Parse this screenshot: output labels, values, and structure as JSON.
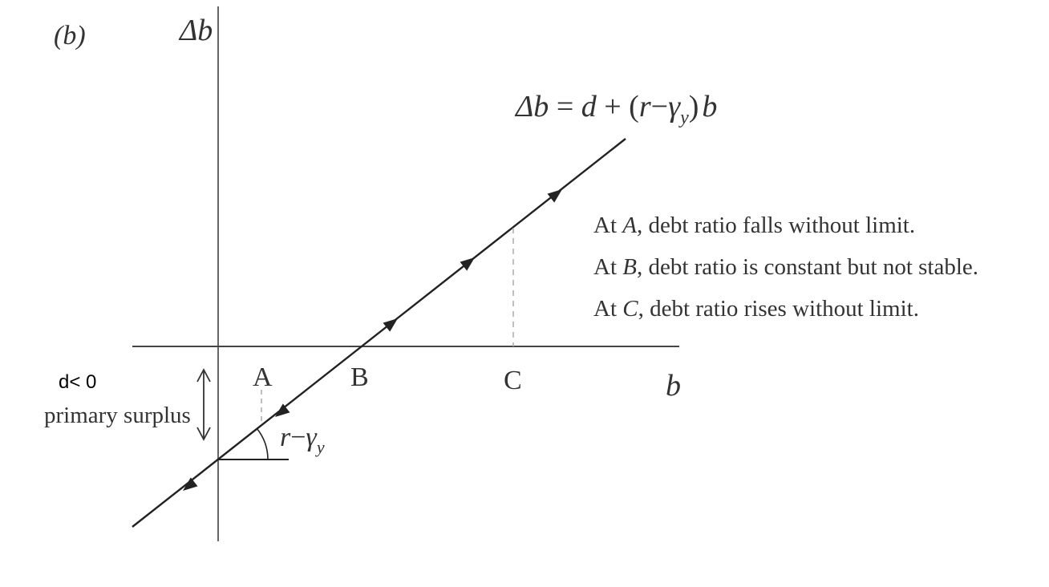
{
  "panel_label": "(b)",
  "y_axis_label": "Δb",
  "x_axis_label": "b",
  "equation": {
    "lhs": "Δb",
    "eq": " = ",
    "d": "d",
    "plus": " + (",
    "r": "r",
    "minus": "−",
    "gamma": "γ",
    "sub": "y",
    "close": ")",
    "b": "b"
  },
  "points": {
    "a": "A",
    "b": "B",
    "c": "C"
  },
  "notes": [
    {
      "prefix": "At ",
      "point": "A",
      "text": ", debt ratio falls without limit."
    },
    {
      "prefix": "At ",
      "point": "B",
      "text": ", debt ratio is constant but not stable."
    },
    {
      "prefix": "At ",
      "point": "C",
      "text": ", debt ratio rises without limit."
    }
  ],
  "intercept_label": "d< 0",
  "surplus_label": "primary surplus",
  "slope_label": {
    "r": "r",
    "minus": "−",
    "gamma": "γ",
    "sub": "y"
  },
  "colors": {
    "line": "#222222",
    "axis": "#555555",
    "text": "#333333",
    "dashed": "#999999"
  }
}
